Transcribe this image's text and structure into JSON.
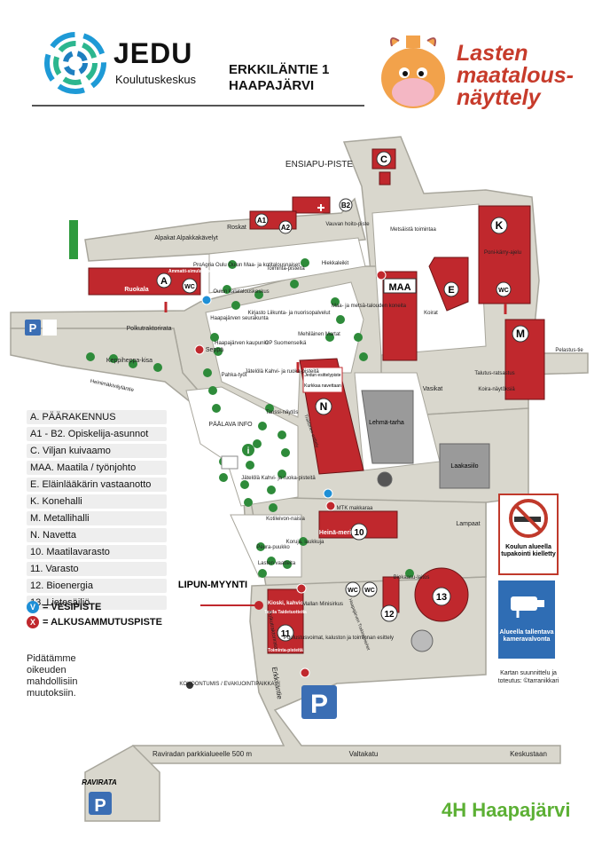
{
  "header": {
    "brand": "JEDU",
    "brand_sub": "Koulutuskeskus",
    "address_line1": "ERKKILÄNTIE 1",
    "address_line2": "HAAPAJÄRVI",
    "event_title_l1": "Lasten",
    "event_title_l2": "maatalous-",
    "event_title_l3": "näyttely"
  },
  "colors": {
    "road": "#d9d7cd",
    "building": "#c0282d",
    "grey_building": "#9a9a9a",
    "tree": "#2e8b3a",
    "parking": "#3b6eb4",
    "green_strip": "#2e9a3d"
  },
  "map": {
    "buildings": {
      "A": "A",
      "C": "C",
      "E": "E",
      "K": "K",
      "M": "M",
      "N": "N",
      "A1": "A1",
      "A2": "A2",
      "B2": "B2",
      "maa": "MAA",
      "n10": "10",
      "n11": "11",
      "n12": "12",
      "n13": "13",
      "ruokala": "Ruokala",
      "ammatti": "Ammatti-simulaattori",
      "heina": "Heinä-meri",
      "kioski": "Kioski, kahvio",
      "tavi": "Tavila Taidetuotteita",
      "toiminta11": "Toiminta-pisteitä",
      "jedun_esittely": "Jedun esittelypiste",
      "kurkkaa": "Kurkkaa navettaan",
      "wc": "WC",
      "laakasiilo": "Laakasiilo",
      "lehmatarha": "Lehmä-tarha"
    },
    "labels": {
      "ensiapu": "ENSIAPU-PISTE",
      "roskat": "Roskat",
      "vauvan": "Vauvan hoito-piste",
      "alpakat": "Alpakat Alpakkakävelyt",
      "metsaista": "Metsäistä toimintaa",
      "poni": "Poni-kärry-ajelu",
      "proagria": "ProAgria Oulu Oulun Maa- ja kotitalousnaiset",
      "oulun_kala": "Oulun kalatalouskeskus",
      "toiminta1": "Toiminta-pisteitä",
      "hiekkaleikit": "Hiekkaleikit",
      "maa_metsa": "Maa- ja metsä-talouden koneita",
      "koirat": "Koirat",
      "haapajarven_seur": "Haapajärven seurakunta",
      "kirjasto": "Kirjasto Liikunta- ja nuorisopalvelut",
      "mehilainen": "Mehiläinen Martat",
      "op": "OP Suomenselkä",
      "haapa_kaupunki": "Haapajärven kaupunki",
      "polkutraktori": "Polkutraktorirata",
      "keppiheppa": "Keppiheppa-kisa",
      "heinimaki": "Heinimäkiväyläntie",
      "seppa": "Seppä",
      "pahka": "Pahka-työt",
      "jatelolla1": "Jätelölä Kahvi- ja ruoka-pisteitä",
      "tanssi": "Tanssi-näytös",
      "tiedotus": "Traktorien esittely",
      "vasikat": "Vasikat",
      "talutus": "Talutus-ratsastus",
      "koira_nay": "Koira-näytöksiä",
      "pelastus": "Pelastus-tie",
      "paalava": "PÄÄLAVA INFO",
      "jatelolla2": "Jätelölä Kahvi- ja ruoka-pisteitä",
      "mtk": "MTK makkaraa",
      "kotileivo": "Kotileivon-naisia",
      "lampaat": "Lampaat",
      "peurapuukko": "Peura-puukko",
      "koruja": "Koruja, laukkuja",
      "lasten_vaatteita": "Lasten vaatteita",
      "biokaasu": "Biokaasu-laitos",
      "lipunmyynti": "LIPUN-MYYNTI",
      "mallan": "Mallan Minisirkus",
      "haapa_traktori": "Haapajärven Traktorimiehet",
      "puolustus": "Puolustusvoimat, kaluston ja toiminnan esittely",
      "polkutraktorirata2": "Polkutraktorirata",
      "erkkilantie": "Erkkiläntie",
      "kokoontumis": "KOKOONTUMIS / EVAKUOINTIPAIKKA",
      "raviradan": "Raviradan parkkialueelle 500 m",
      "valtakatu": "Valtakatu",
      "keskustaan": "Keskustaan",
      "ravirata": "RAVIRATA",
      "parking": "P",
      "info_i": "i",
      "v": "V",
      "x": "X"
    }
  },
  "legend": {
    "items": [
      "A.  PÄÄRAKENNUS",
      "A1 - B2. Opiskelija-asunnot",
      "C.  Viljan kuivaamo",
      "MAA. Maatila / työnjohto",
      "E.  Eläinlääkärin vastaanotto",
      "K.  Konehalli",
      "M.  Metallihalli",
      "N.  Navetta",
      "10. Maatilavarasto",
      "11. Varasto",
      "12. Bioenergia",
      "13. Lietesäiliö"
    ],
    "vesipiste": "= VESIPISTE",
    "alkusammutus": "= ALKUSAMMUTUSPISTE"
  },
  "notes": {
    "reservation": "Pidätämme oikeuden mahdollisiin muutoksiin.",
    "no_smoking": "Koulun alueella tupakointi kielletty",
    "camera": "Alueella tallentava kameravalvonta",
    "credits": "Kartan suunnittelu ja toteutus: ©tarranikkari"
  },
  "footer": {
    "brand": "4H Haapajärvi"
  }
}
